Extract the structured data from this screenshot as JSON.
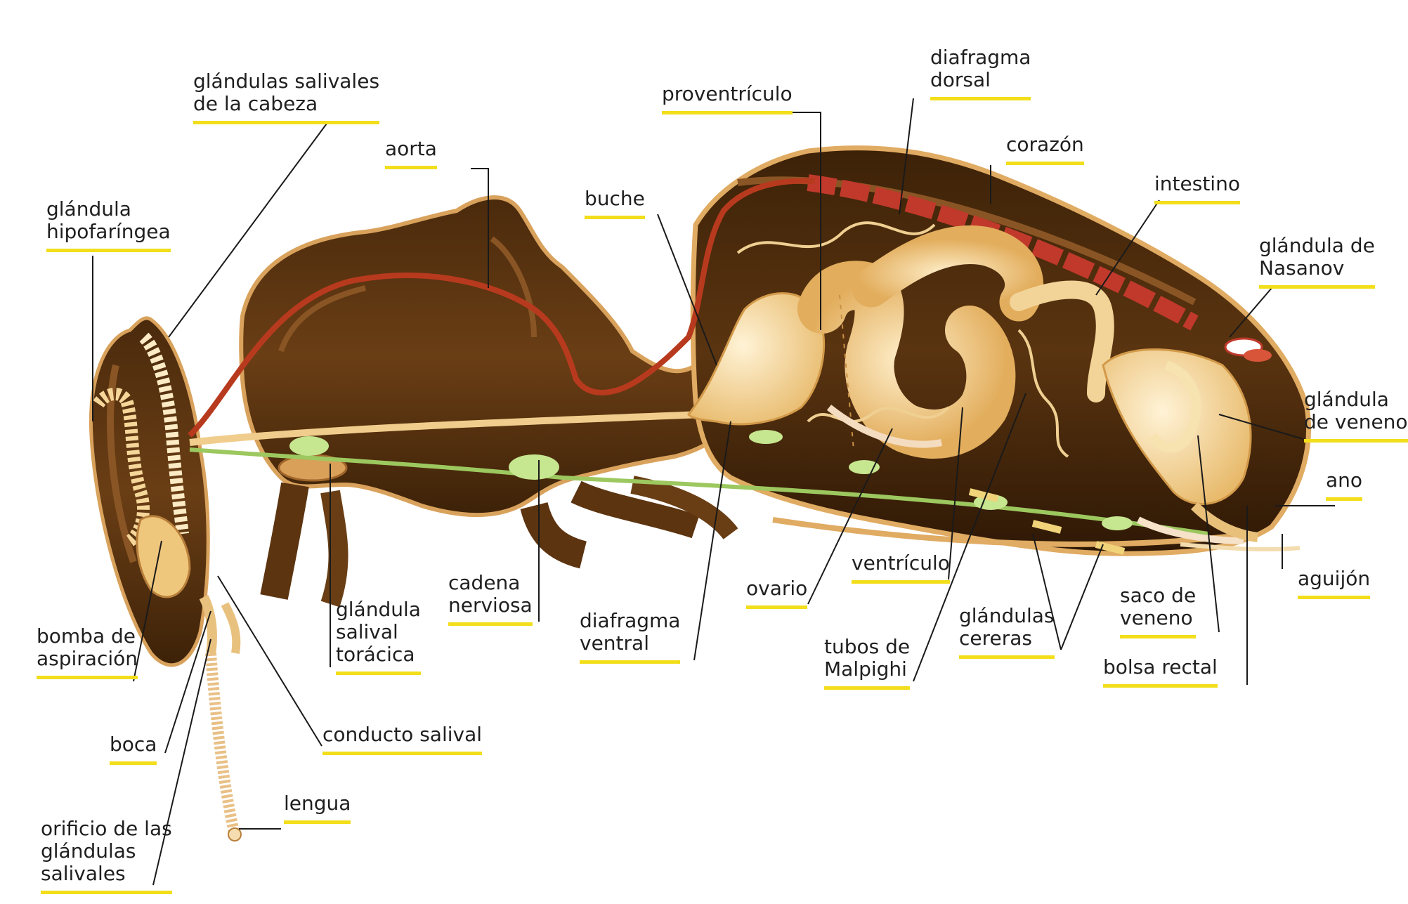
{
  "colors": {
    "background": "#ffffff",
    "label_underline": "#f2de1a",
    "leader_line": "#1a1a1a",
    "body_brown": "#6a3e15",
    "body_dark": "#3d2208",
    "body_light": "#b07a3a",
    "organ_cream": "#f6d79a",
    "organ_light": "#fcebc4",
    "aorta_red": "#b83a1e",
    "nerve_green": "#a6d26a"
  },
  "labels": {
    "glandulas_salivales_cabeza": [
      "glándulas salivales",
      "de la cabeza"
    ],
    "glandula_hipofaringea": [
      "glándula",
      "hipofaríngea"
    ],
    "aorta": [
      "aorta"
    ],
    "buche": [
      "buche"
    ],
    "proventriculo": [
      "proventrículo"
    ],
    "diafragma_dorsal": [
      "diafragma",
      "dorsal"
    ],
    "corazon": [
      "corazón"
    ],
    "intestino": [
      "intestino"
    ],
    "glandula_nasanov": [
      "glándula de",
      "Nasanov"
    ],
    "glandula_veneno": [
      "glándula",
      "de veneno"
    ],
    "ano": [
      "ano"
    ],
    "aguijon": [
      "aguijón"
    ],
    "saco_veneno": [
      "saco de",
      "veneno"
    ],
    "bolsa_rectal": [
      "bolsa rectal"
    ],
    "glandulas_cereras": [
      "glándulas",
      "cereras"
    ],
    "tubos_malpighi": [
      "tubos de",
      "Malpighi"
    ],
    "ventriculo": [
      "ventrículo"
    ],
    "ovario": [
      "ovario"
    ],
    "diafragma_ventral": [
      "diafragma",
      "ventral"
    ],
    "cadena_nerviosa": [
      "cadena",
      "nerviosa"
    ],
    "glandula_salival_toracica": [
      "glándula",
      "salival",
      "torácica"
    ],
    "conducto_salival": [
      "conducto salival"
    ],
    "lengua": [
      "lengua"
    ],
    "boca": [
      "boca"
    ],
    "bomba_aspiracion": [
      "bomba de",
      "aspiración"
    ],
    "orificio_glandulas": [
      "orificio de las",
      "glándulas",
      "salivales"
    ]
  }
}
